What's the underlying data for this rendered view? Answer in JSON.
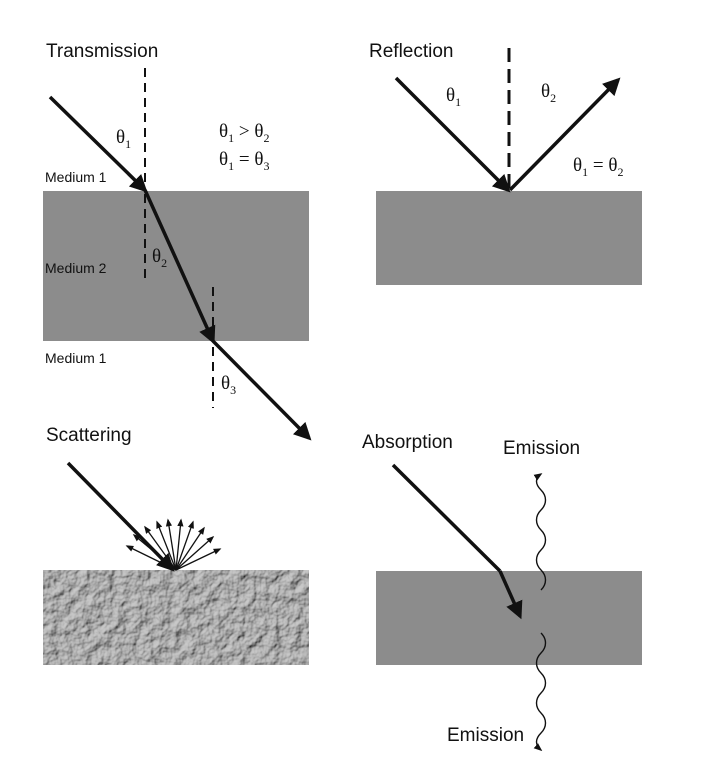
{
  "colors": {
    "medium_fill": "#8c8c8c",
    "ink": "#111111",
    "background": "#ffffff"
  },
  "transmission": {
    "title": "Transmission",
    "medium_top": "Medium 1",
    "medium_middle": "Medium 2",
    "medium_bottom": "Medium 1",
    "theta": "θ",
    "sub1": "1",
    "sub2": "2",
    "sub3": "3",
    "relation1_a": "θ",
    "relation1_a_sub": "1",
    "relation1_op": " > ",
    "relation1_b": "θ",
    "relation1_b_sub": "2",
    "relation2_a": "θ",
    "relation2_a_sub": "1",
    "relation2_op": " = ",
    "relation2_b": "θ",
    "relation2_b_sub": "3"
  },
  "reflection": {
    "title": "Reflection",
    "theta": "θ",
    "sub1": "1",
    "sub2": "2",
    "relation_a": "θ",
    "relation_a_sub": "1",
    "relation_op": " = ",
    "relation_b": "θ",
    "relation_b_sub": "2"
  },
  "scattering": {
    "title": "Scattering"
  },
  "absorption": {
    "title": "Absorption",
    "emission_top": "Emission",
    "emission_bottom": "Emission"
  }
}
